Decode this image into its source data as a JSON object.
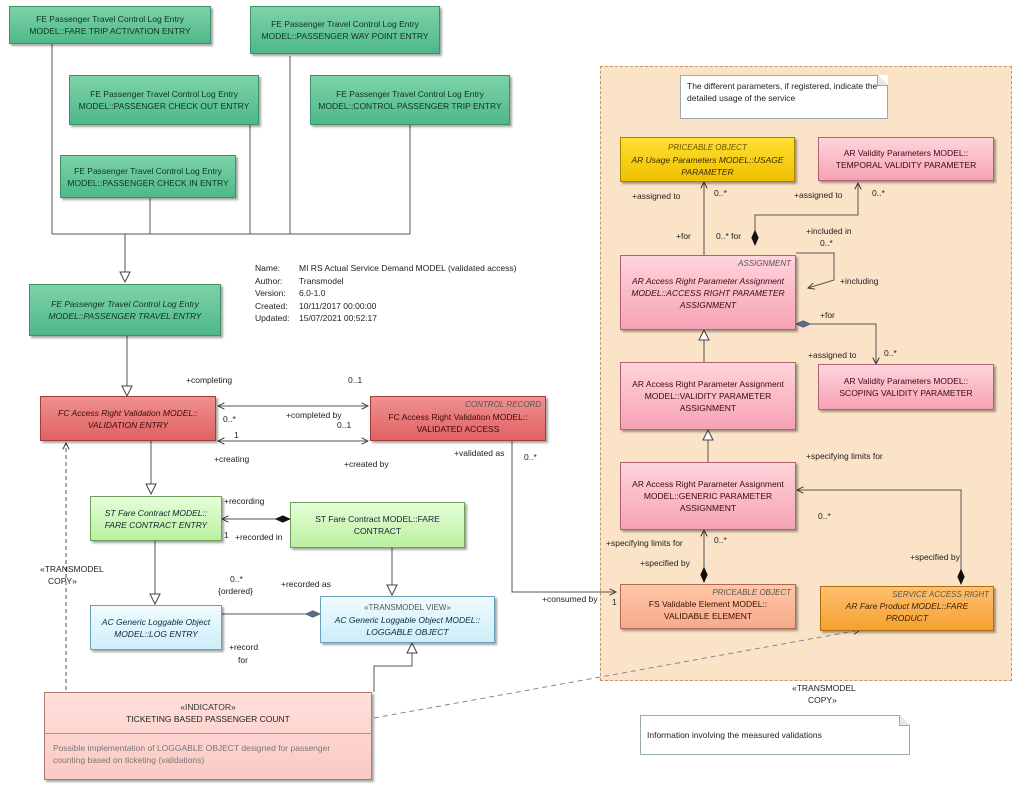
{
  "metadata": {
    "name_label": "Name:",
    "name_value": "MI RS Actual Service Demand MODEL (validated access)",
    "author_label": "Author:",
    "author_value": "Transmodel",
    "version_label": "Version:",
    "version_value": "6.0-1.0",
    "created_label": "Created:",
    "created_value": "10/11/2017 00:00:00",
    "updated_label": "Updated:",
    "updated_value": "15/07/2021 00:52:17"
  },
  "boxes": {
    "fare_trip_activation": {
      "l1": "FE Passenger Travel Control Log Entry",
      "l2": "MODEL::FARE TRIP ACTIVATION ENTRY"
    },
    "passenger_way_point": {
      "l1": "FE Passenger Travel Control Log Entry",
      "l2": "MODEL::PASSENGER WAY POINT ENTRY"
    },
    "passenger_check_out": {
      "l1": "FE Passenger Travel Control Log Entry",
      "l2": "MODEL::PASSENGER CHECK OUT ENTRY"
    },
    "control_passenger_trip": {
      "l1": "FE Passenger Travel Control Log Entry",
      "l2": "MODEL::CONTROL PASSENGER TRIP ENTRY"
    },
    "passenger_check_in": {
      "l1": "FE Passenger Travel Control Log Entry",
      "l2": "MODEL::PASSENGER CHECK IN ENTRY"
    },
    "passenger_travel": {
      "l1": "FE Passenger Travel Control Log Entry",
      "l2": "MODEL::PASSENGER TRAVEL ENTRY"
    },
    "validation_entry": {
      "l1": "FC Access Right Validation MODEL::",
      "l2": "VALIDATION ENTRY"
    },
    "validated_access": {
      "stereo": "CONTROL RECORD",
      "l1": "FC Access Right Validation MODEL::",
      "l2": "VALIDATED ACCESS"
    },
    "fare_contract_entry": {
      "l1": "ST Fare Contract MODEL::",
      "l2": "FARE CONTRACT ENTRY"
    },
    "fare_contract": {
      "l1": "ST Fare Contract MODEL::FARE",
      "l2": "CONTRACT"
    },
    "log_entry": {
      "l1": "AC Generic Loggable Object",
      "l2": "MODEL::LOG ENTRY"
    },
    "loggable_object": {
      "stereo": "«TRANSMODEL VIEW»",
      "l1": "AC Generic Loggable Object  MODEL::",
      "l2": "LOGGABLE OBJECT"
    },
    "indicator": {
      "stereo": "«INDICATOR»",
      "title": "TICKETING BASED PASSENGER COUNT",
      "desc1": "Possible implementation of LOGGABLE OBJECT designed for passenger",
      "desc2": "counting based on ticketing (validations)"
    },
    "usage_parameter": {
      "stereo": "PRICEABLE OBJECT",
      "l1": "AR Usage Parameters MODEL::USAGE",
      "l2": "PARAMETER"
    },
    "temporal_validity": {
      "l1": "AR Validity Parameters MODEL::",
      "l2": "TEMPORAL VALIDITY PARAMETER"
    },
    "access_right_assignment": {
      "stereo": "ASSIGNMENT",
      "l1": "AR Access Right Parameter Assignment",
      "l2": "MODEL::ACCESS RIGHT PARAMETER",
      "l3": "ASSIGNMENT"
    },
    "validity_assignment": {
      "l1": "AR Access Right Parameter Assignment",
      "l2": "MODEL::VALIDITY PARAMETER",
      "l3": "ASSIGNMENT"
    },
    "scoping_validity": {
      "l1": "AR Validity Parameters MODEL::",
      "l2": "SCOPING VALIDITY PARAMETER"
    },
    "generic_assignment": {
      "l1": "AR Access Right Parameter Assignment",
      "l2": "MODEL::GENERIC PARAMETER",
      "l3": "ASSIGNMENT"
    },
    "validable_element": {
      "stereo": "PRICEABLE OBJECT",
      "l1": "FS Validable Element MODEL::",
      "l2": "VALIDABLE ELEMENT"
    },
    "fare_product": {
      "stereo": "SERVICE ACCESS RIGHT",
      "l1": "AR Fare Product MODEL::FARE",
      "l2": "PRODUCT"
    }
  },
  "notes": {
    "parameters_l1": "The different parameters, if registered, indicate",
    "parameters_l2": "the detailed usage of the service",
    "measured": "Information involving the measured validations"
  },
  "labels": {
    "completing": "+completing",
    "m_0_1_top": "0..1",
    "m_0_star_a": "0..*",
    "completed_by": "+completed by",
    "m_0_1_b": "0..1",
    "m_1_a": "1",
    "creating": "+creating",
    "created_by": "+created by",
    "validated_as": "+validated as",
    "m_0_star_b": "0..*",
    "recording": "+recording",
    "m_1_b": "1",
    "recorded_in": "+recorded in",
    "transmodel_copy_1a": "«TRANSMODEL",
    "transmodel_copy_1b": "COPY»",
    "m_0_star_c": "0..*",
    "ordered": "{ordered}",
    "recorded_as": "+recorded as",
    "record": "+record",
    "for": "for",
    "assigned_to_a": "+assigned to",
    "m_0_star_d": "0..*",
    "assigned_to_b": "+assigned to",
    "m_0_star_e": "0..*",
    "for_a": "+for",
    "m_0_star_for": "0..* for",
    "included_in": "+included in",
    "m_0_star_f": "0..*",
    "including": "+including",
    "for_b": "+for",
    "assigned_to_c": "+assigned to",
    "m_0_star_g": "0..*",
    "specifying_limits_a": "+specifying limits for",
    "m_0_star_h": "0..*",
    "specifying_limits_b": "+specifying limits for",
    "m_0_star_i": "0..*",
    "specified_by_a": "+specified by",
    "specified_by_b": "+specified by",
    "consumed_by": "+consumed by",
    "m_1_c": "1",
    "transmodel_copy_2a": "«TRANSMODEL",
    "transmodel_copy_2b": "COPY»"
  }
}
